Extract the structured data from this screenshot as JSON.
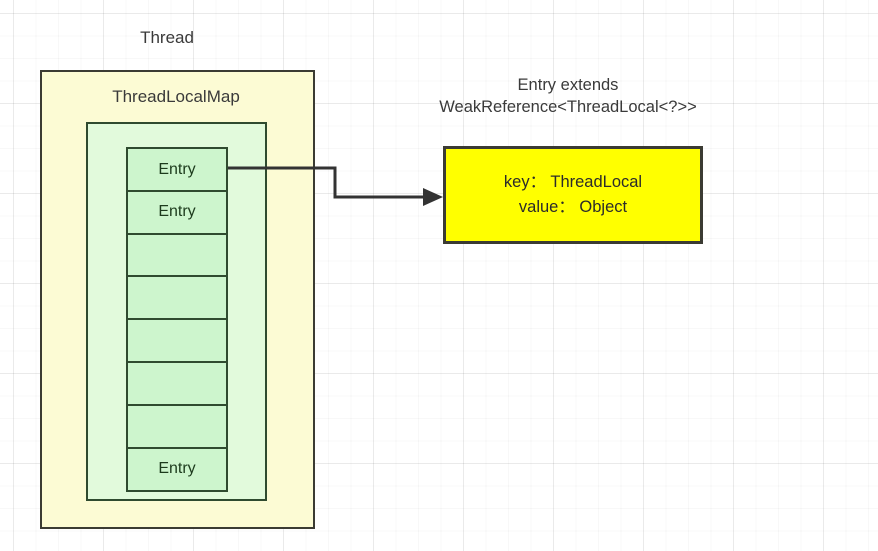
{
  "diagram": {
    "title_thread": "Thread",
    "title_threadlocalmap": "ThreadLocalMap",
    "entry_class_line1": "Entry extends",
    "entry_class_line2": "WeakReference<ThreadLocal<?>>",
    "colors": {
      "thread_fill": "#fcfbd4",
      "thread_border": "#3b3b33",
      "map_fill": "#e2fadc",
      "map_border": "#2f4a2f",
      "entry_fill": "#cdf5cd",
      "entry_border": "#2f4a2f",
      "detail_fill": "#ffff00",
      "detail_border": "#3b3b33",
      "connector": "#333333",
      "background": "#ffffff",
      "grid_line": "#eaeaea"
    },
    "entry_table": {
      "rows": [
        {
          "label": "Entry"
        },
        {
          "label": "Entry"
        },
        {
          "label": ""
        },
        {
          "label": ""
        },
        {
          "label": ""
        },
        {
          "label": ""
        },
        {
          "label": ""
        },
        {
          "label": "Entry"
        }
      ]
    },
    "entry_detail": {
      "key_line": "key： ThreadLocal",
      "value_line": "value： Object"
    },
    "connector": {
      "label": "",
      "from": "entry-cell-0",
      "to": "entry-detail-box"
    }
  }
}
